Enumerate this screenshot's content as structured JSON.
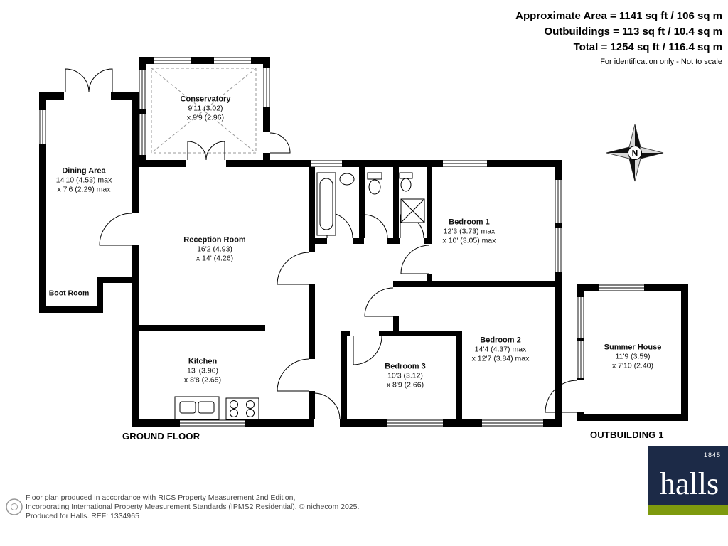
{
  "header": {
    "approx_area": "Approximate Area = 1141 sq ft / 106 sq m",
    "outbuildings": "Outbuildings = 113 sq ft / 10.4 sq m",
    "total": "Total = 1254 sq ft / 116.4 sq m",
    "disclaimer": "For identification only - Not to scale"
  },
  "plan": {
    "ground_floor_label": "GROUND FLOOR",
    "outbuilding_label": "OUTBUILDING 1",
    "compass_n": "N"
  },
  "rooms": {
    "conservatory": {
      "name": "Conservatory",
      "d1": "9'11 (3.02)",
      "d2": "x 9'9 (2.96)"
    },
    "dining": {
      "name": "Dining Area",
      "d1": "14'10 (4.53) max",
      "d2": "x 7'6 (2.29) max"
    },
    "boot": {
      "name": "Boot Room"
    },
    "reception": {
      "name": "Reception Room",
      "d1": "16'2 (4.93)",
      "d2": "x 14' (4.26)"
    },
    "kitchen": {
      "name": "Kitchen",
      "d1": "13' (3.96)",
      "d2": "x 8'8 (2.65)"
    },
    "bedroom1": {
      "name": "Bedroom 1",
      "d1": "12'3 (3.73) max",
      "d2": "x 10' (3.05) max"
    },
    "bedroom2": {
      "name": "Bedroom 2",
      "d1": "14'4 (4.37) max",
      "d2": "x 12'7 (3.84) max"
    },
    "bedroom3": {
      "name": "Bedroom 3",
      "d1": "10'3 (3.12)",
      "d2": "x 8'9 (2.66)"
    },
    "summer": {
      "name": "Summer House",
      "d1": "11'9 (3.59)",
      "d2": "x 7'10 (2.40)"
    }
  },
  "footer": {
    "line1": "Floor plan produced in accordance with RICS Property Measurement 2nd Edition,",
    "line2": "Incorporating International Property Measurement Standards (IPMS2 Residential).  © nichecom 2025.",
    "line3": "Produced for Halls.   REF: 1334965"
  },
  "logo": {
    "brand": "halls",
    "year": "1845"
  },
  "colors": {
    "wall": "#000000",
    "brand_navy": "#1c2a47",
    "brand_green": "#7e9a0e"
  }
}
